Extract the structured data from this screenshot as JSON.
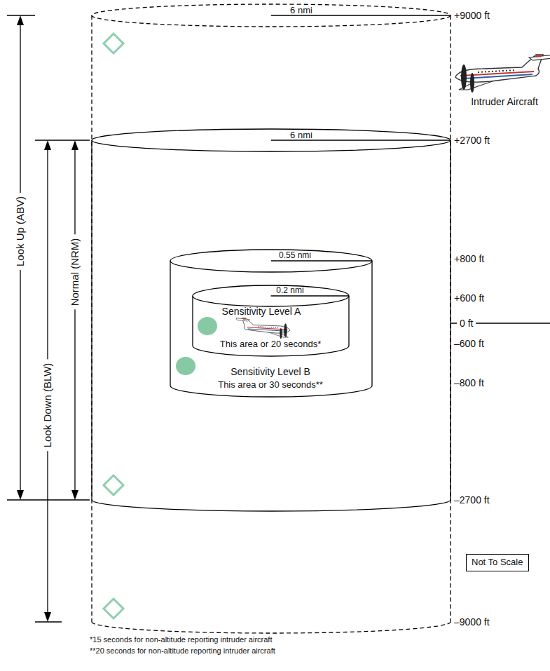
{
  "diagram": {
    "nodes": [
      {
        "text": [
          "6 nmi"
        ]
      },
      {
        "text": [
          "6 nmi"
        ],
        "in": 0
      },
      {
        "text": [
          "0.55 nmi",
          "Sensitivity Level B",
          "This area or 30 seconds**"
        ],
        "in": 1
      },
      {
        "text": [
          "0.2 nmi",
          "Sensitivity Level A",
          "This area or 20 seconds*"
        ],
        "in": 2
      },
      {
        "text": [
          "Not To Scale"
        ]
      }
    ],
    "labels": [
      "+9000 ft",
      "Intruder Aircraft",
      "+2700 ft",
      "+800 ft",
      "+600 ft",
      "0 ft",
      "–600 ft",
      "–800 ft",
      "–2700 ft",
      "–9000 ft",
      "Look Up (ABV)",
      "Normal (NRM)",
      "Look Down (BLW)",
      "*15 seconds for non-altitude reporting intruder aircraft",
      "**20 seconds for non-altitude reporting intruder aircraft"
    ]
  }
}
